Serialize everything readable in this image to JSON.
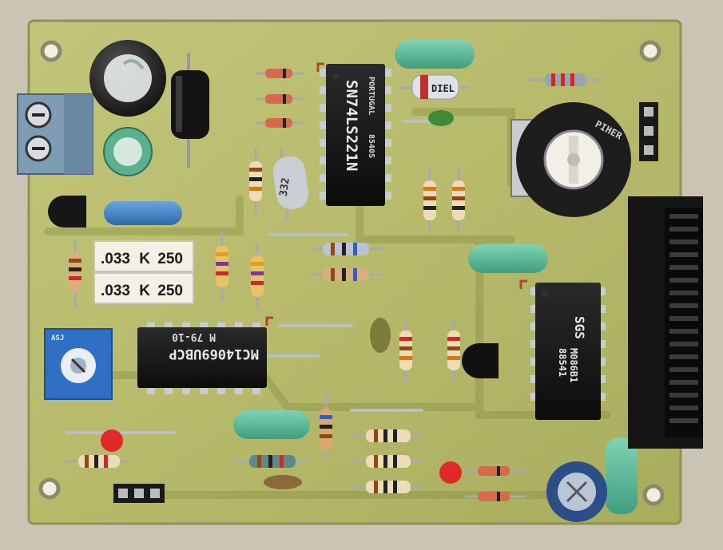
{
  "board": {
    "ic_top": {
      "brand": "PORTUGAL",
      "code": "8540S",
      "part": "SN74LS221N"
    },
    "ic_left": {
      "part": "MC14069UBCP",
      "code": "M 79-10"
    },
    "ic_right": {
      "logo": "SGS",
      "part": "M086B1",
      "code": "88541"
    },
    "caps_film": [
      {
        "value": ".033",
        "tol": "K",
        "volt": "250"
      },
      {
        "value": ".033",
        "tol": "K",
        "volt": "250"
      }
    ],
    "ceramic_cap": {
      "label": "DIEL"
    },
    "tantalum_cap": {
      "label": "332"
    },
    "trimmer_large": {
      "brand": "PIHER"
    },
    "trimmer_small": {
      "brand": "ASJ"
    }
  }
}
